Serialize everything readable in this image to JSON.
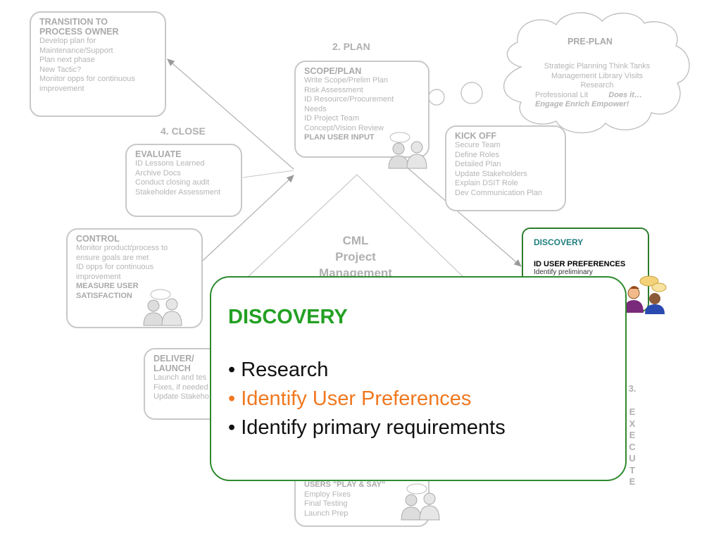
{
  "phases": {
    "plan": "2. PLAN",
    "close": "4. CLOSE",
    "execute_letters": [
      "3.",
      "",
      "E",
      "X",
      "E",
      "C",
      "U",
      "T",
      "E"
    ]
  },
  "transition": {
    "title_lines": [
      "TRANSITION TO",
      "PROCESS OWNER"
    ],
    "lines": [
      "Develop plan for",
      "Maintenance/Support",
      "Plan next phase",
      "New Tactic?",
      "Monitor opps for continuous",
      "improvement"
    ]
  },
  "scope": {
    "title": "SCOPE/PLAN",
    "lines": [
      "Write Scope/Prelim Plan",
      "Risk Assessment",
      "ID Resource/Procurement",
      "Needs",
      "ID Project Team",
      "Concept/Vision Review"
    ],
    "strong": "PLAN USER INPUT"
  },
  "preplan": {
    "title": "PRE-PLAN",
    "lines": [
      "Strategic Planning     Think Tanks",
      "Management    Library Visits",
      "Research",
      "Professional Lit"
    ],
    "does_it": "Does it…",
    "verbs": "Engage     Enrich    Empower!"
  },
  "kickoff": {
    "title": "KICK OFF",
    "lines": [
      "Secure Team",
      "Define Roles",
      "Detailed Plan",
      "Update Stakeholders",
      "Explain DSIT Role",
      "Dev Communication Plan"
    ]
  },
  "evaluate": {
    "title": "EVALUATE",
    "lines": [
      "ID Lessons Learned",
      "Archive Docs",
      "Conduct closing audit",
      "Stakeholder Assessment"
    ]
  },
  "center": {
    "lines": [
      "CML",
      "Project",
      "Management"
    ]
  },
  "control": {
    "title": "CONTROL",
    "lines": [
      "Monitor product/process to",
      "ensure goals are met",
      "ID opps for continuous",
      "improvement"
    ],
    "strong": [
      "MEASURE USER",
      "SATISFACTION"
    ]
  },
  "deliver": {
    "title_lines": [
      "DELIVER/",
      "LAUNCH"
    ],
    "lines": [
      "Launch and tes",
      "Fixes, if needed",
      "Update Stakeho"
    ]
  },
  "bottom_box": {
    "strong": "USERS \"PLAY & SAY\"",
    "lines": [
      "Employ Fixes",
      "Final Testing",
      "Launch Prep"
    ]
  },
  "discovery_small": {
    "title": "DISCOVERY",
    "subtitle": "ID USER PREFERENCES",
    "line": "Identify preliminary"
  },
  "popup": {
    "title": "DISCOVERY",
    "items": [
      "• Research",
      "• Identify User Preferences",
      "• Identify primary requirements"
    ]
  },
  "colors": {
    "popup_border": "#2e8b2e",
    "popup_title": "#23a023",
    "highlight": "#f07820",
    "muted_text": "#b5b5b5"
  }
}
